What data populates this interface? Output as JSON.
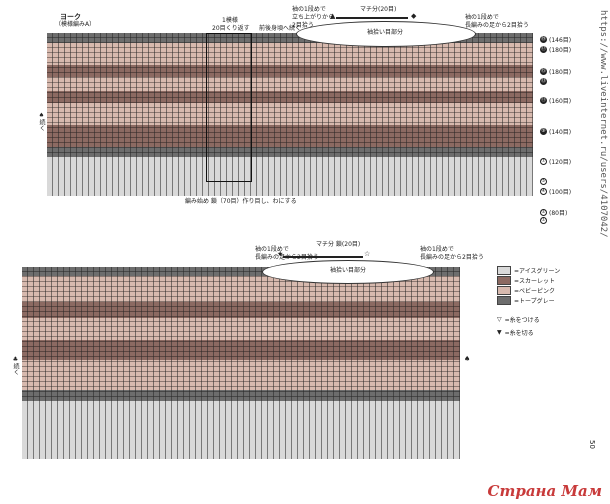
{
  "colors": {
    "ice_green": "#d9d9d9",
    "scarlet": "#8c6a62",
    "baby_pink": "#d7b9ae",
    "taupe_gray": "#6d6d6d",
    "dark": "#2f2f2f"
  },
  "top": {
    "title": "ヨーク",
    "subtitle": "（模様編みA）",
    "pattern_repeat_label": "1模様",
    "pattern_repeat_note": "20目くり返す",
    "back_bodice_note": "前後身頃へ続く",
    "sleeve_note": "袖の1段めで\n立ち上がりから\n2目拾う",
    "gusset_label": "マチ分",
    "gusset_count": "(20目)",
    "sleeve_right_note": "袖の1段めで\n長編みの足から2目拾う",
    "sleeve_pick_label": "袖拾い目部分",
    "side_label": "続く",
    "start_note": "編み始め 鎖（70目）作り目し、わにする",
    "rows": [
      {
        "mark": "⑲",
        "count": "(146目)"
      },
      {
        "mark": "⑰",
        "count": "(180目)"
      },
      {
        "mark": "⑮",
        "count": "(180目)"
      },
      {
        "mark": "⑬",
        "count": ""
      },
      {
        "mark": "⑪",
        "count": "(160目)"
      },
      {
        "mark": "⑨",
        "count": "(140目)"
      },
      {
        "mark": "⑦",
        "count": "(120目)"
      },
      {
        "mark": "⑤",
        "count": ""
      },
      {
        "mark": "④",
        "count": "(100目)"
      },
      {
        "mark": "②",
        "count": "(80目)"
      },
      {
        "mark": "①",
        "count": ""
      }
    ]
  },
  "bottom": {
    "sleeve_right_note": "袖の1段めで\n長編みの足から2目拾う",
    "sleeve_left_note": "袖の1段めで\n長編みの足から2目拾う",
    "gusset_label": "マチ分 鎖(20目)",
    "sleeve_pick_label": "袖拾い目部分",
    "side_label": "続く"
  },
  "legend": {
    "items": [
      {
        "label": "=アイスグリーン",
        "color": "#d9d9d9"
      },
      {
        "label": "=スカーレット",
        "color": "#8c6a62"
      },
      {
        "label": "=ベビーピンク",
        "color": "#d7b9ae"
      },
      {
        "label": "=トープグレー",
        "color": "#6d6d6d"
      }
    ],
    "attach": "=糸をつける",
    "cut": "=糸を切る"
  },
  "page_number": "50",
  "watermark": "https://www.liveinternet.ru/users/4107042/",
  "brand": "Страна Мам"
}
